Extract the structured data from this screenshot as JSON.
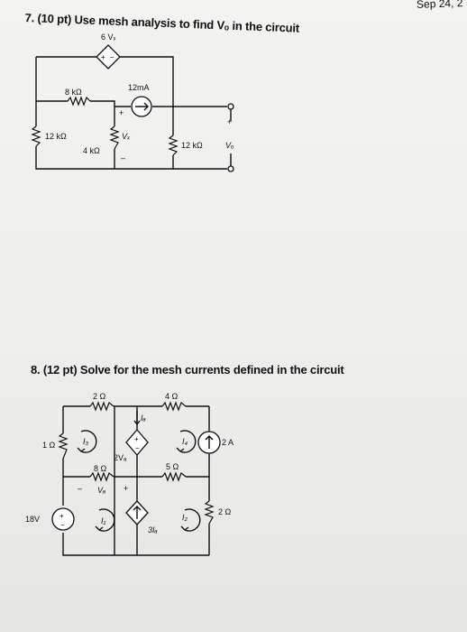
{
  "date_corner": "Sep 24, 2",
  "problem7": {
    "heading": "7. (10 pt) Use mesh analysis to find Vₒ in the circuit",
    "labels": {
      "source_6vx": "6 Vₓ",
      "current_12ma": "12mA",
      "r_8k": "8 kΩ",
      "r_12k_left": "12 kΩ",
      "r_4k": "4 kΩ",
      "vx": "Vₓ",
      "r_12k_right": "12 kΩ",
      "vo": "Vₒ",
      "plus": "+",
      "minus": "–",
      "plus_minus": "+−"
    }
  },
  "problem8": {
    "heading": "8. (12 pt) Solve for the mesh currents defined in the circuit",
    "labels": {
      "r_2": "2 Ω",
      "r_4": "4 Ω",
      "r_1": "1 Ω",
      "i3": "I₃",
      "ia": "Iₐ",
      "i4": "I₄",
      "src_2a": "2 A",
      "src_2va": "2Vₐ",
      "r_8": "8 Ω",
      "va": "Vₐ",
      "r_5": "5 Ω",
      "src_18v": "18V",
      "i1": "I₁",
      "i2": "I₂",
      "r_2_right": "2 Ω",
      "src_3ia": "3Iₐ",
      "plus": "+",
      "minus": "–"
    }
  }
}
